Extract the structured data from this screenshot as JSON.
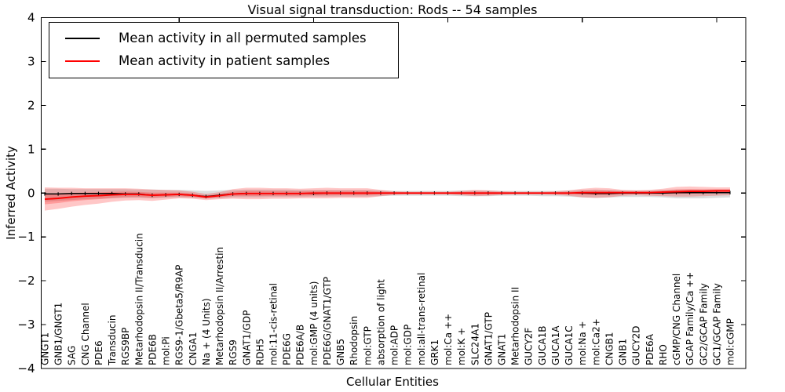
{
  "chart_data": {
    "type": "line",
    "title": "Visual signal transduction: Rods -- 54 samples",
    "xlabel": "Cellular Entities",
    "ylabel": "Inferred Activity",
    "ylim": [
      -4,
      4
    ],
    "ytick_values": [
      4,
      3,
      2,
      1,
      0,
      -1,
      -2,
      -3,
      -4
    ],
    "ytick_labels": [
      "4",
      "3",
      "2",
      "1",
      "0",
      "−1",
      "−2",
      "−3",
      "−4"
    ],
    "grid": false,
    "legend_position": "upper left",
    "x_major_tick_indices": [
      10,
      20,
      30,
      40,
      50
    ],
    "categories": [
      "GNGT1",
      "GNB1/GNGT1",
      "SAG",
      "CNG Channel",
      "PDE6",
      "Transducin",
      "RGS9BP",
      "Metarhodopsin II/Transducin",
      "PDE6B",
      "mol:Pi",
      "RGS9-1/Gbeta5/R9AP",
      "CNGA1",
      "Na + (4 Units)",
      "Metarhodopsin II/Arrestin",
      "RGS9",
      "GNAT1/GDP",
      "RDH5",
      "mol:11-cis-retinal",
      "PDE6G",
      "PDE6A/B",
      "mol:GMP (4 units)",
      "PDE6G/GNAT1/GTP",
      "GNB5",
      "Rhodopsin",
      "mol:GTP",
      "absorption of light",
      "mol:ADP",
      "mol:GDP",
      "mol:all-trans-retinal",
      "GRK1",
      "mol:Ca ++",
      "mol:K +",
      "SLC24A1",
      "GNAT1/GTP",
      "GNAT1",
      "Metarhodopsin II",
      "GUCY2F",
      "GUCA1B",
      "GUCA1A",
      "GUCA1C",
      "mol:Na +",
      "mol:Ca2+",
      "CNGB1",
      "GNB1",
      "GUCY2D",
      "PDE6A",
      "RHO",
      "cGMP/CNG Channel",
      "GCAP Family/Ca ++",
      "GC2/GCAP Family",
      "GC1/GCAP Family",
      "mol:cGMP"
    ],
    "series": [
      {
        "name": "Mean activity in all permuted samples",
        "color": "#000000",
        "band_color": "#00000022",
        "values": [
          -0.02,
          -0.02,
          -0.01,
          -0.01,
          -0.01,
          -0.01,
          -0.02,
          -0.02,
          -0.05,
          -0.04,
          -0.03,
          -0.05,
          -0.08,
          -0.05,
          -0.02,
          -0.01,
          -0.01,
          -0.01,
          -0.01,
          -0.01,
          -0.01,
          0,
          0,
          0,
          0,
          0,
          0,
          0,
          0,
          0,
          0,
          0,
          0,
          0,
          0,
          0,
          0,
          0,
          0,
          0,
          0,
          -0.01,
          -0.01,
          0,
          0,
          0,
          0,
          0.01,
          0.01,
          0.01,
          0.01,
          0.01
        ],
        "band_lower": [
          -0.2,
          -0.18,
          -0.16,
          -0.14,
          -0.13,
          -0.12,
          -0.11,
          -0.11,
          -0.12,
          -0.11,
          -0.1,
          -0.11,
          -0.13,
          -0.12,
          -0.1,
          -0.1,
          -0.1,
          -0.09,
          -0.09,
          -0.09,
          -0.08,
          -0.08,
          -0.08,
          -0.08,
          -0.08,
          -0.07,
          -0.06,
          -0.06,
          -0.06,
          -0.06,
          -0.06,
          -0.07,
          -0.07,
          -0.07,
          -0.06,
          -0.06,
          -0.06,
          -0.07,
          -0.07,
          -0.08,
          -0.1,
          -0.11,
          -0.1,
          -0.09,
          -0.09,
          -0.09,
          -0.1,
          -0.12,
          -0.12,
          -0.12,
          -0.11,
          -0.1
        ],
        "band_upper": [
          0.1,
          0.1,
          0.09,
          0.09,
          0.09,
          0.09,
          0.09,
          0.08,
          0.08,
          0.07,
          0.07,
          0.06,
          0.05,
          0.06,
          0.07,
          0.08,
          0.08,
          0.08,
          0.08,
          0.07,
          0.07,
          0.07,
          0.07,
          0.07,
          0.07,
          0.06,
          0.05,
          0.05,
          0.05,
          0.05,
          0.05,
          0.06,
          0.06,
          0.06,
          0.05,
          0.05,
          0.05,
          0.05,
          0.05,
          0.06,
          0.07,
          0.08,
          0.07,
          0.06,
          0.06,
          0.06,
          0.07,
          0.08,
          0.08,
          0.08,
          0.08,
          0.08
        ]
      },
      {
        "name": "Mean activity in patient samples",
        "color": "#ff0000",
        "band_color": "#ff000038",
        "values": [
          -0.14,
          -0.12,
          -0.09,
          -0.07,
          -0.06,
          -0.04,
          -0.03,
          -0.03,
          -0.05,
          -0.04,
          -0.03,
          -0.05,
          -0.09,
          -0.06,
          -0.02,
          -0.01,
          -0.01,
          -0.01,
          -0.01,
          -0.01,
          0,
          0,
          0,
          0,
          0,
          0,
          0,
          0,
          0,
          0,
          0,
          0,
          0,
          0,
          0,
          0,
          0,
          0,
          0,
          0,
          0.01,
          0.01,
          0.01,
          0.01,
          0.01,
          0.01,
          0.02,
          0.03,
          0.04,
          0.04,
          0.05,
          0.05
        ],
        "band_lower": [
          -0.4,
          -0.36,
          -0.31,
          -0.27,
          -0.24,
          -0.2,
          -0.17,
          -0.16,
          -0.18,
          -0.15,
          -0.12,
          -0.13,
          -0.16,
          -0.14,
          -0.13,
          -0.14,
          -0.14,
          -0.13,
          -0.13,
          -0.12,
          -0.12,
          -0.12,
          -0.11,
          -0.11,
          -0.11,
          -0.07,
          -0.04,
          -0.03,
          -0.03,
          -0.03,
          -0.03,
          -0.05,
          -0.07,
          -0.06,
          -0.04,
          -0.03,
          -0.03,
          -0.03,
          -0.04,
          -0.06,
          -0.1,
          -0.11,
          -0.1,
          -0.06,
          -0.05,
          -0.06,
          -0.07,
          -0.08,
          -0.08,
          -0.07,
          -0.06,
          -0.05
        ],
        "band_upper": [
          0.13,
          0.12,
          0.12,
          0.11,
          0.11,
          0.11,
          0.11,
          0.1,
          0.08,
          0.07,
          0.06,
          0.03,
          -0.02,
          0.02,
          0.09,
          0.12,
          0.12,
          0.11,
          0.11,
          0.1,
          0.11,
          0.12,
          0.11,
          0.11,
          0.11,
          0.07,
          0.04,
          0.03,
          0.03,
          0.03,
          0.03,
          0.05,
          0.07,
          0.06,
          0.04,
          0.03,
          0.03,
          0.03,
          0.04,
          0.06,
          0.1,
          0.12,
          0.11,
          0.07,
          0.06,
          0.07,
          0.1,
          0.14,
          0.15,
          0.14,
          0.13,
          0.13
        ]
      }
    ]
  }
}
